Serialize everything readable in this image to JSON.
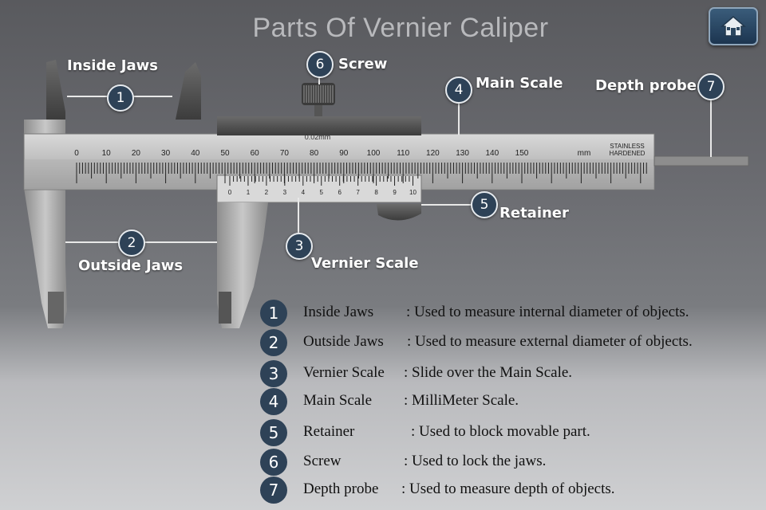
{
  "title": "Parts Of Vernier Caliper",
  "home_button": {
    "icon": "home-icon"
  },
  "caliper": {
    "main_scale_numbers": [
      "0",
      "10",
      "20",
      "30",
      "40",
      "50",
      "60",
      "70",
      "80",
      "90",
      "100",
      "110",
      "120",
      "130",
      "140",
      "150"
    ],
    "unit": "mm",
    "stamp_line1": "STAINLESS",
    "stamp_line2": "HARDENED",
    "vernier_numbers": [
      "0",
      "1",
      "2",
      "3",
      "4",
      "5",
      "6",
      "7",
      "8",
      "9",
      "10"
    ],
    "vernier_marking": "0.02mm"
  },
  "callouts": [
    {
      "num": "1",
      "label": "Inside Jaws"
    },
    {
      "num": "2",
      "label": "Outside Jaws"
    },
    {
      "num": "3",
      "label": "Vernier Scale"
    },
    {
      "num": "4",
      "label": "Main Scale"
    },
    {
      "num": "5",
      "label": "Retainer"
    },
    {
      "num": "6",
      "label": "Screw"
    },
    {
      "num": "7",
      "label": "Depth probe"
    }
  ],
  "legend": [
    {
      "num": "1",
      "name": "Inside Jaws",
      "desc": ": Used to measure internal diameter of objects."
    },
    {
      "num": "2",
      "name": "Outside Jaws",
      "desc": ": Used to measure external diameter of objects."
    },
    {
      "num": "3",
      "name": "Vernier Scale",
      "desc": ": Slide over the Main Scale."
    },
    {
      "num": "4",
      "name": "Main Scale",
      "desc": ": MilliMeter Scale."
    },
    {
      "num": "5",
      "name": "Retainer",
      "desc": ": Used to block movable part."
    },
    {
      "num": "6",
      "name": "Screw",
      "desc": ": Used to lock the jaws."
    },
    {
      "num": "7",
      "name": "Depth probe",
      "desc": ": Used to measure depth of objects."
    }
  ]
}
